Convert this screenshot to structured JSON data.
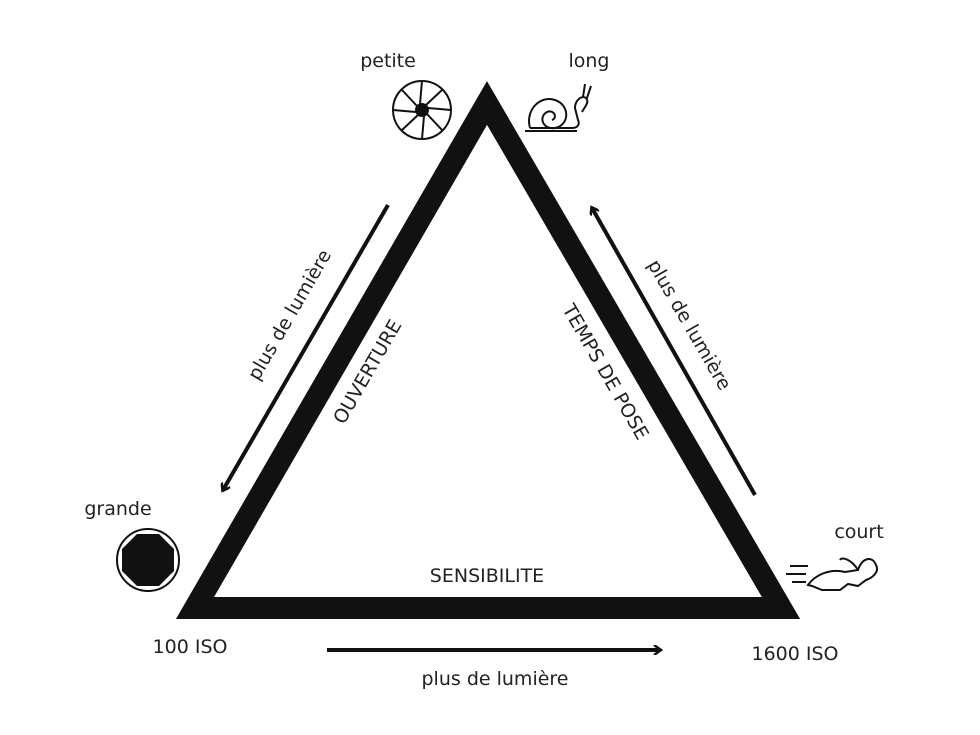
{
  "sides": {
    "left": "OUVERTURE",
    "right": "TEMPS DE POSE",
    "bottom": "SENSIBILITE"
  },
  "corners": {
    "top_left_label": "petite",
    "top_right_label": "long",
    "left_label": "grande",
    "right_label": "court",
    "iso_low": "100 ISO",
    "iso_high": "1600 ISO"
  },
  "arrows": {
    "left": "plus de lumière",
    "right": "plus de lumière",
    "bottom": "plus de lumière"
  },
  "icons": [
    "aperture-small-icon",
    "snail-icon",
    "aperture-large-icon",
    "rabbit-icon"
  ],
  "colors": {
    "ink": "#111111"
  }
}
